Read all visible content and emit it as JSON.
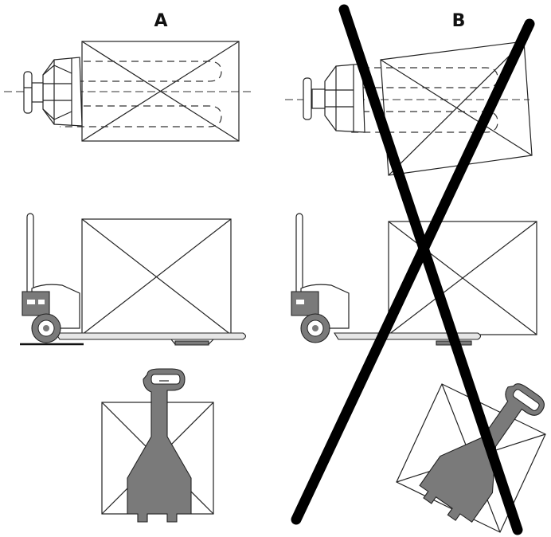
{
  "labels": {
    "correct": "A",
    "incorrect": "B"
  },
  "colors": {
    "line": "#222222",
    "handle_fill": "#7a7a7a",
    "fork_fill": "#e6e6e6",
    "cross": "#000000"
  },
  "icons": {
    "correct_panel": "pallet-truck-centered-load",
    "incorrect_panel": "pallet-truck-offcenter-load",
    "reject_mark": "big-x-cross-icon"
  }
}
